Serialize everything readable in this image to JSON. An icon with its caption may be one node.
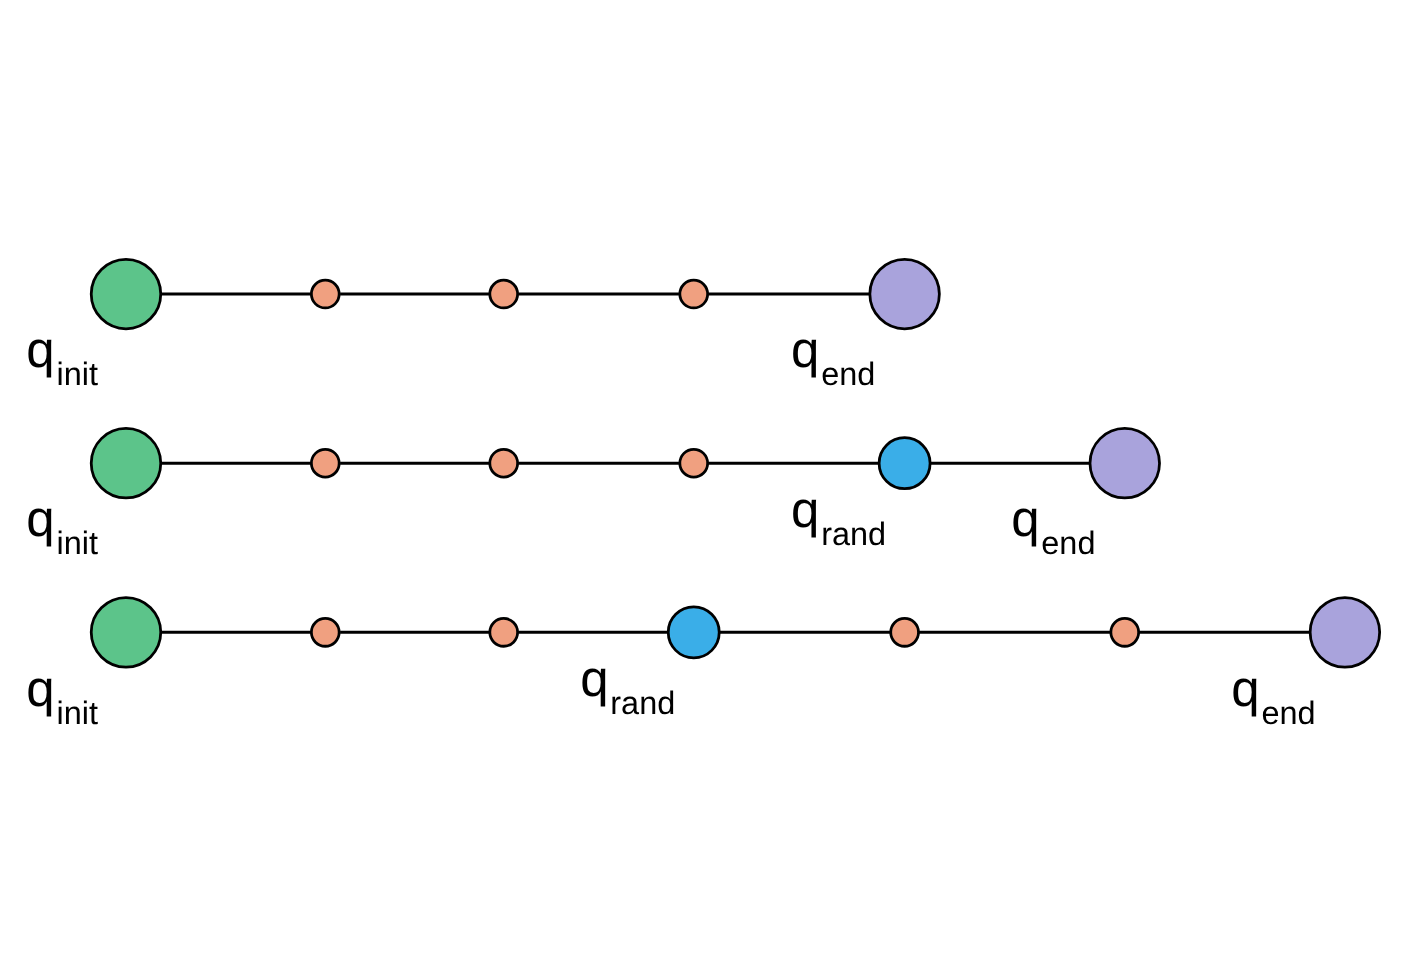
{
  "diagram": {
    "nodes": [
      {
        "text": [],
        "shape": "circle",
        "beside": [
          "q$_{init}$"
        ]
      },
      {
        "text": [],
        "shape": "circle"
      },
      {
        "text": [],
        "shape": "circle"
      },
      {
        "text": [],
        "shape": "circle",
        "beside": [
          "q$_{rand}$"
        ]
      },
      {
        "text": [],
        "shape": "circle"
      },
      {
        "text": [],
        "shape": "circle"
      },
      {
        "text": [],
        "shape": "circle",
        "beside": [
          "q$_{end}$"
        ]
      },
      {
        "text": [],
        "shape": "circle",
        "beside": [
          "q$_{init}$"
        ]
      },
      {
        "text": [],
        "shape": "circle"
      },
      {
        "text": [],
        "shape": "circle"
      },
      {
        "text": [],
        "shape": "circle"
      },
      {
        "text": [],
        "shape": "circle",
        "beside": [
          "q$_{rand}$"
        ]
      },
      {
        "text": [],
        "shape": "circle",
        "beside": [
          "q$_{end}$"
        ]
      },
      {
        "text": [],
        "shape": "circle",
        "beside": [
          "q$_{init}$"
        ]
      },
      {
        "text": [],
        "shape": "circle"
      },
      {
        "text": [],
        "shape": "circle"
      },
      {
        "text": [],
        "shape": "circle"
      },
      {
        "text": [],
        "shape": "circle",
        "beside": [
          "q$_{end}$"
        ]
      }
    ],
    "edges": [
      {
        "from": 0,
        "to": 1,
        "arrow": "none"
      },
      {
        "from": 1,
        "to": 2,
        "arrow": "none"
      },
      {
        "from": 2,
        "to": 3,
        "arrow": "none"
      },
      {
        "from": 3,
        "to": 4,
        "arrow": "none"
      },
      {
        "from": 4,
        "to": 5,
        "arrow": "none"
      },
      {
        "from": 5,
        "to": 6,
        "arrow": "none"
      },
      {
        "from": 7,
        "to": 8,
        "arrow": "none"
      },
      {
        "from": 8,
        "to": 9,
        "arrow": "none"
      },
      {
        "from": 9,
        "to": 10,
        "arrow": "none"
      },
      {
        "from": 10,
        "to": 11,
        "arrow": "none"
      },
      {
        "from": 11,
        "to": 12,
        "arrow": "none"
      },
      {
        "from": 13,
        "to": 14,
        "arrow": "none"
      },
      {
        "from": 14,
        "to": 15,
        "arrow": "none"
      },
      {
        "from": 15,
        "to": 16,
        "arrow": "none"
      },
      {
        "from": 16,
        "to": 17,
        "arrow": "none"
      }
    ]
  }
}
